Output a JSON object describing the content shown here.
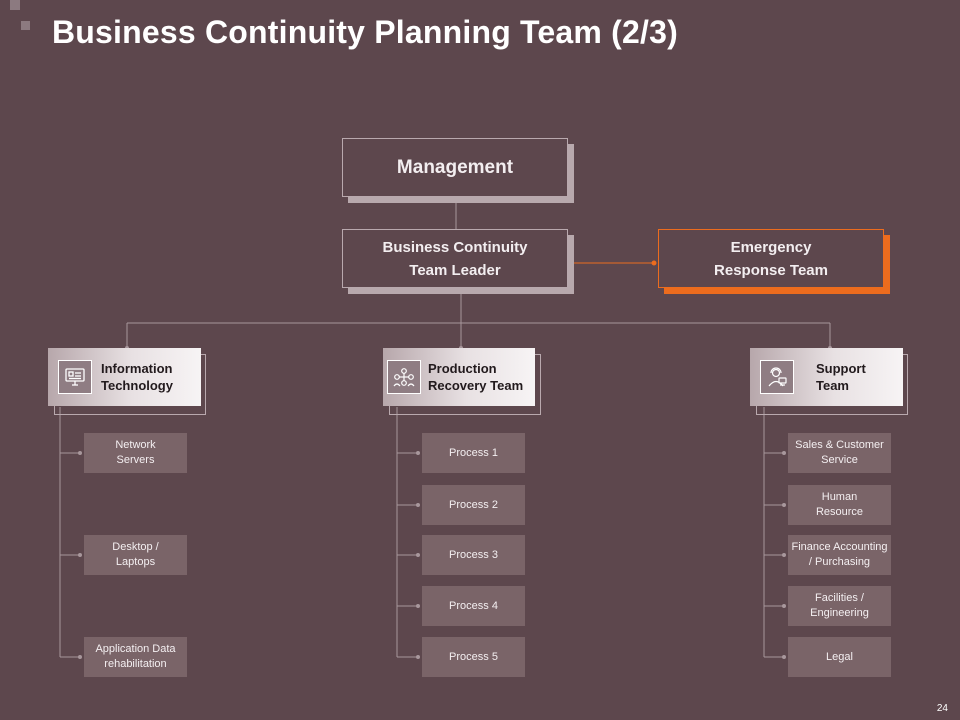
{
  "title": "Business Continuity Planning Team (2/3)",
  "management": "Management",
  "leader": "Business Continuity\nTeam Leader",
  "emergency": "Emergency\nResponse Team",
  "colors": {
    "background": "#5d474d",
    "accent": "#ec6c1e",
    "sub_box": "#7a6468"
  },
  "teams": [
    {
      "label": "Information\nTechnology",
      "icon": "computer-icon",
      "items": [
        "Network\nServers",
        "Desktop /\nLaptops",
        "Application Data\nrehabilitation"
      ]
    },
    {
      "label": "Production\nRecovery Team",
      "icon": "team-network-icon",
      "items": [
        "Process 1",
        "Process 2",
        "Process 3",
        "Process 4",
        "Process 5"
      ]
    },
    {
      "label": "Support\nTeam",
      "icon": "support-agent-icon",
      "items": [
        "Sales & Customer\nService",
        "Human\nResource",
        "Finance Accounting\n/ Purchasing",
        "Facilities /\nEngineering",
        "Legal"
      ]
    }
  ],
  "page_number": "24"
}
